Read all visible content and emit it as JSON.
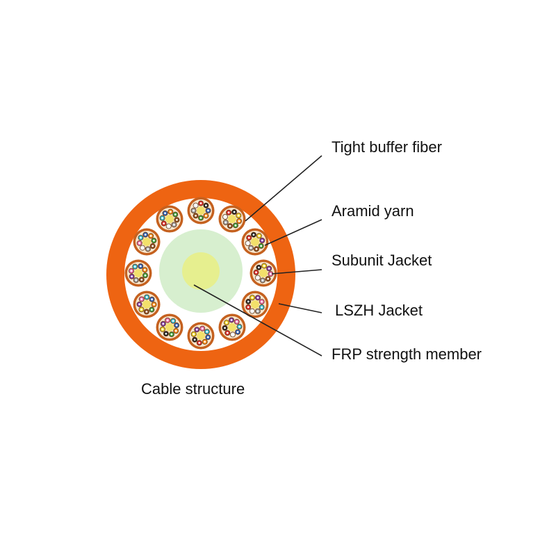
{
  "diagram": {
    "caption": "Cable structure",
    "labels": [
      {
        "id": "tight-buffer-fiber",
        "text": "Tight buffer fiber"
      },
      {
        "id": "aramid-yarn",
        "text": "Aramid yarn"
      },
      {
        "id": "subunit-jacket",
        "text": "Subunit Jacket"
      },
      {
        "id": "lszh-jacket",
        "text": "LSZH Jacket"
      },
      {
        "id": "frp-strength-member",
        "text": "FRP strength member"
      }
    ],
    "subunit_count": 12,
    "colors": {
      "outer_jacket": "#ee6412",
      "inner_fill": "#ffffff",
      "frp_outer": "#d7efcf",
      "frp_core": "#e6ef8f",
      "subunit_jacket": "#c5611f",
      "subunit_fill": "#f7e7cf",
      "aramid_core": "#f2e06b",
      "fiber_colors": [
        "#2f5fb0",
        "#f18a1c",
        "#3a9a3a",
        "#8a4e22",
        "#9a9a9a",
        "#eeeeee",
        "#d42a2a",
        "#222222",
        "#e8cf2a",
        "#7a3aa0",
        "#e26aa6",
        "#35b6c9"
      ],
      "leader_line": "#222222"
    }
  }
}
